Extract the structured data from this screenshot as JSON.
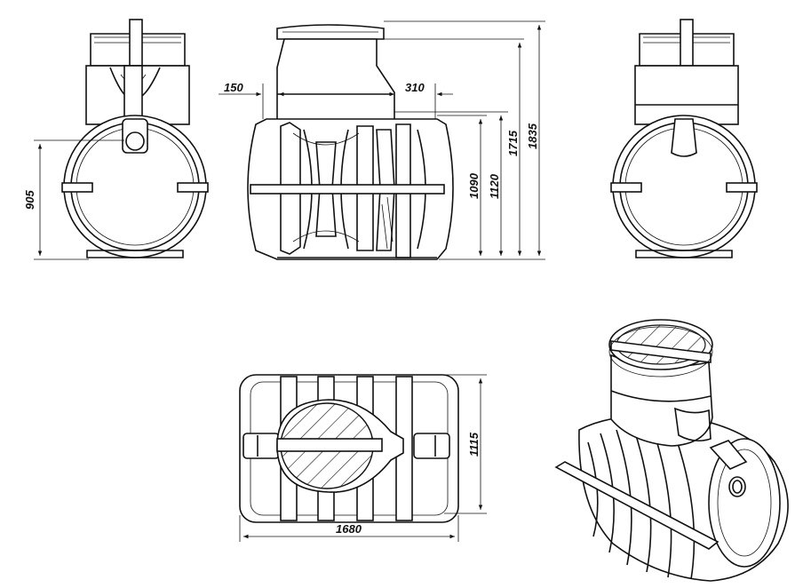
{
  "dimensions": {
    "left_height": "905",
    "side_pipe_left": "150",
    "side_pipe_right": "310",
    "side_h_1090": "1090",
    "side_h_1120": "1120",
    "side_h_1715": "1715",
    "side_h_1835": "1835",
    "top_length": "1680",
    "top_width": "1115"
  },
  "colors": {
    "line": "#111111",
    "fill": "#ffffff"
  }
}
